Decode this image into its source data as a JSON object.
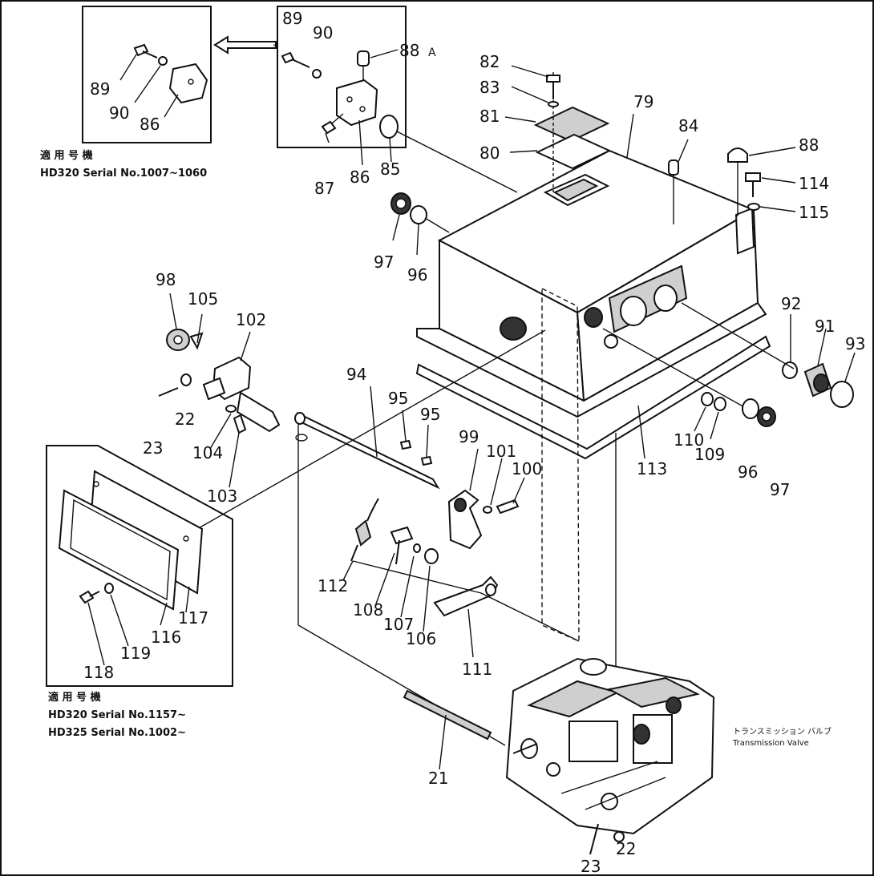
{
  "labels": {
    "l89a": "89",
    "l90a": "90",
    "l86a": "86",
    "l89b": "89",
    "l90b": "90",
    "l88A": "88",
    "l88Asuf": "A",
    "l87": "87",
    "l86b": "86",
    "l85": "85",
    "l82": "82",
    "l83": "83",
    "l81": "81",
    "l80": "80",
    "l79": "79",
    "l84": "84",
    "l88": "88",
    "l114": "114",
    "l115": "115",
    "l97a": "97",
    "l96a": "96",
    "l98": "98",
    "l105": "105",
    "l102": "102",
    "l22a": "22",
    "l23a": "23",
    "l104": "104",
    "l103": "103",
    "l94": "94",
    "l95a": "95",
    "l95b": "95",
    "l99": "99",
    "l101": "101",
    "l100": "100",
    "l92": "92",
    "l91": "91",
    "l93": "93",
    "l110": "110",
    "l109": "109",
    "l113": "113",
    "l96b": "96",
    "l97b": "97",
    "l112": "112",
    "l108": "108",
    "l107": "107",
    "l106": "106",
    "l111": "111",
    "l117": "117",
    "l116": "116",
    "l119": "119",
    "l118": "118",
    "l21": "21",
    "l22b": "22",
    "l23b": "23"
  },
  "notes": {
    "top_jp": "適 用 号 機",
    "top_serial": "HD320 Serial No.1007~1060",
    "bottom_jp": "適 用 号 機",
    "bottom_serial1": "HD320 Serial No.1157~",
    "bottom_serial2": "HD325 Serial No.1002~"
  },
  "valve": {
    "jp": "トランスミッション バルブ",
    "en": "Transmission Valve"
  }
}
